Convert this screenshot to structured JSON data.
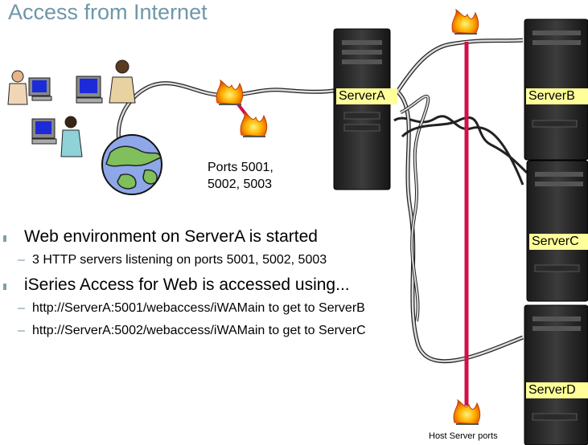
{
  "title": "Access from Internet",
  "ports_label": [
    "Ports 5001,",
    "5002, 5003"
  ],
  "servers": {
    "a": "ServerA",
    "b": "ServerB",
    "c": "ServerC",
    "d": "ServerD"
  },
  "bullets": [
    {
      "text": "Web environment on ServerA is started",
      "sub": [
        "3 HTTP servers listening on ports 5001, 5002, 5003"
      ]
    },
    {
      "text": "iSeries Access for Web is accessed using...",
      "sub": [
        "http://ServerA:5001/webaccess/iWAMain to get to ServerB",
        "http://ServerA:5002/webaccess/iWAMain to get to ServerC"
      ]
    }
  ],
  "host_label": "Host Server ports",
  "colors": {
    "title": "#6f97a8",
    "firewall_line": "#d0104a",
    "server_label_bg": "#ffff99"
  }
}
